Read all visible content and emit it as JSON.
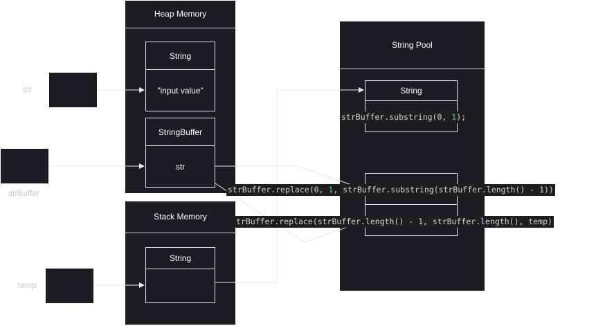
{
  "heap": {
    "title": "Heap Memory",
    "string_header": "String",
    "string_value": "\"input value\"",
    "buffer_header": "StringBuffer",
    "buffer_field": "str"
  },
  "stack": {
    "title": "Stack Memory",
    "string_header": "String",
    "string_value": ""
  },
  "pool": {
    "title": "String Pool",
    "string_header": "String"
  },
  "variables": {
    "str": "str",
    "strBuffer": "strBuffer",
    "temp": "temp"
  },
  "code": {
    "substring": {
      "pre": "strBuffer.substring(0, ",
      "num": "1",
      "post": ");"
    },
    "replace_first": {
      "pre": "strBuffer.replace(0, ",
      "num": "1",
      "post": ", strBuffer.substring(strBuffer.length() - 1))"
    },
    "replace_last": {
      "pre": "trBuffer.replace(strBuffer.length() - 1, strBuffer.length(), temp)"
    }
  },
  "colors": {
    "container": "#1c1a23",
    "border": "#e6e6e6",
    "connector": "#e8e8e8",
    "code_bg": "#1e1e1e",
    "code_number": "#4ec9b0"
  }
}
